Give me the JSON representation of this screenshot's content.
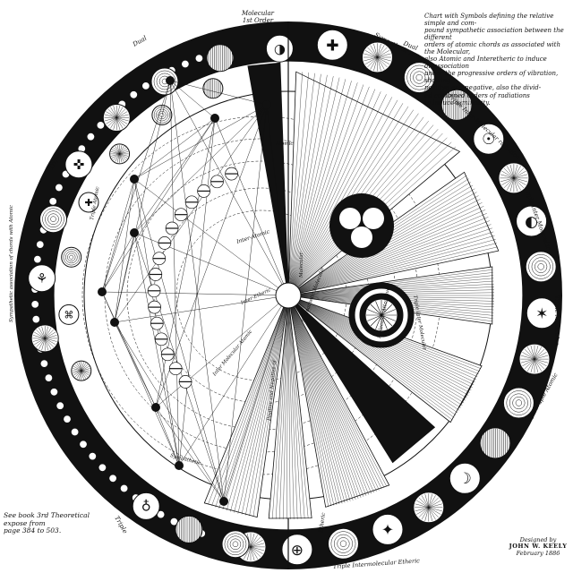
{
  "description_lines": [
    "Chart with Symbols defining the relative simple and com-",
    "pound sympathetic association between the different",
    "orders of atomic chords as associated with the Molecular,",
    "also Atomic and Interetheric to induce disassociation",
    "under the progressive orders of vibration, showing",
    "positive and negative, also the divid-",
    "ed combined orders of radiations",
    "to induce luminosity."
  ],
  "reference_lines": [
    "See book 3rd Theoretical expose from",
    "page 384 to 503."
  ],
  "credit": {
    "line1": "Designed by",
    "name": "JOHN W. KEELY",
    "date": "February 1886"
  },
  "ring_labels": {
    "molecular_dual": [
      "Molecular",
      "1st Order"
    ],
    "dual": "Dual",
    "sympathetic_radiation": "Sympathetic radiation",
    "triple_molecular_radiation": "Triple Inter-Molecular radiation",
    "triple_inter_molecular": "Triple Inter Molecular",
    "triple_molecular": "Triple Molecular",
    "quadruple_atomic": "Quadruple Atomic",
    "triple_intermolecular_etheric": "Triple Intermolecular Etheric",
    "triple_left": "Triple",
    "sympathetic_association": "Sympathetic association of chords with Atomic",
    "dual_right": "Dual",
    "triple_atomic": "Triple Atomic",
    "triple_bottom": "Triple",
    "atomic_interatomic": "Inter-Atomic",
    "sympathetic_molecular": "Sympathetic Molecular",
    "molecular_attractive": "Molecular Attractive",
    "etheric": "Etheric",
    "inter_molecular_atomic": "Inter Molecular Atomic",
    "atomic": "Atomic",
    "inter_etheric": "Inter-Etheric",
    "sympathetic_center": "Sympathetic",
    "molecular_center": "Molecular",
    "triple_inter_molecular_mid": "Triple Inter Molecular",
    "positive_negative": "Positive and Negative of"
  },
  "colors": {
    "ink": "#111111",
    "paper": "#ffffff",
    "ring": "#0d0d0d"
  }
}
